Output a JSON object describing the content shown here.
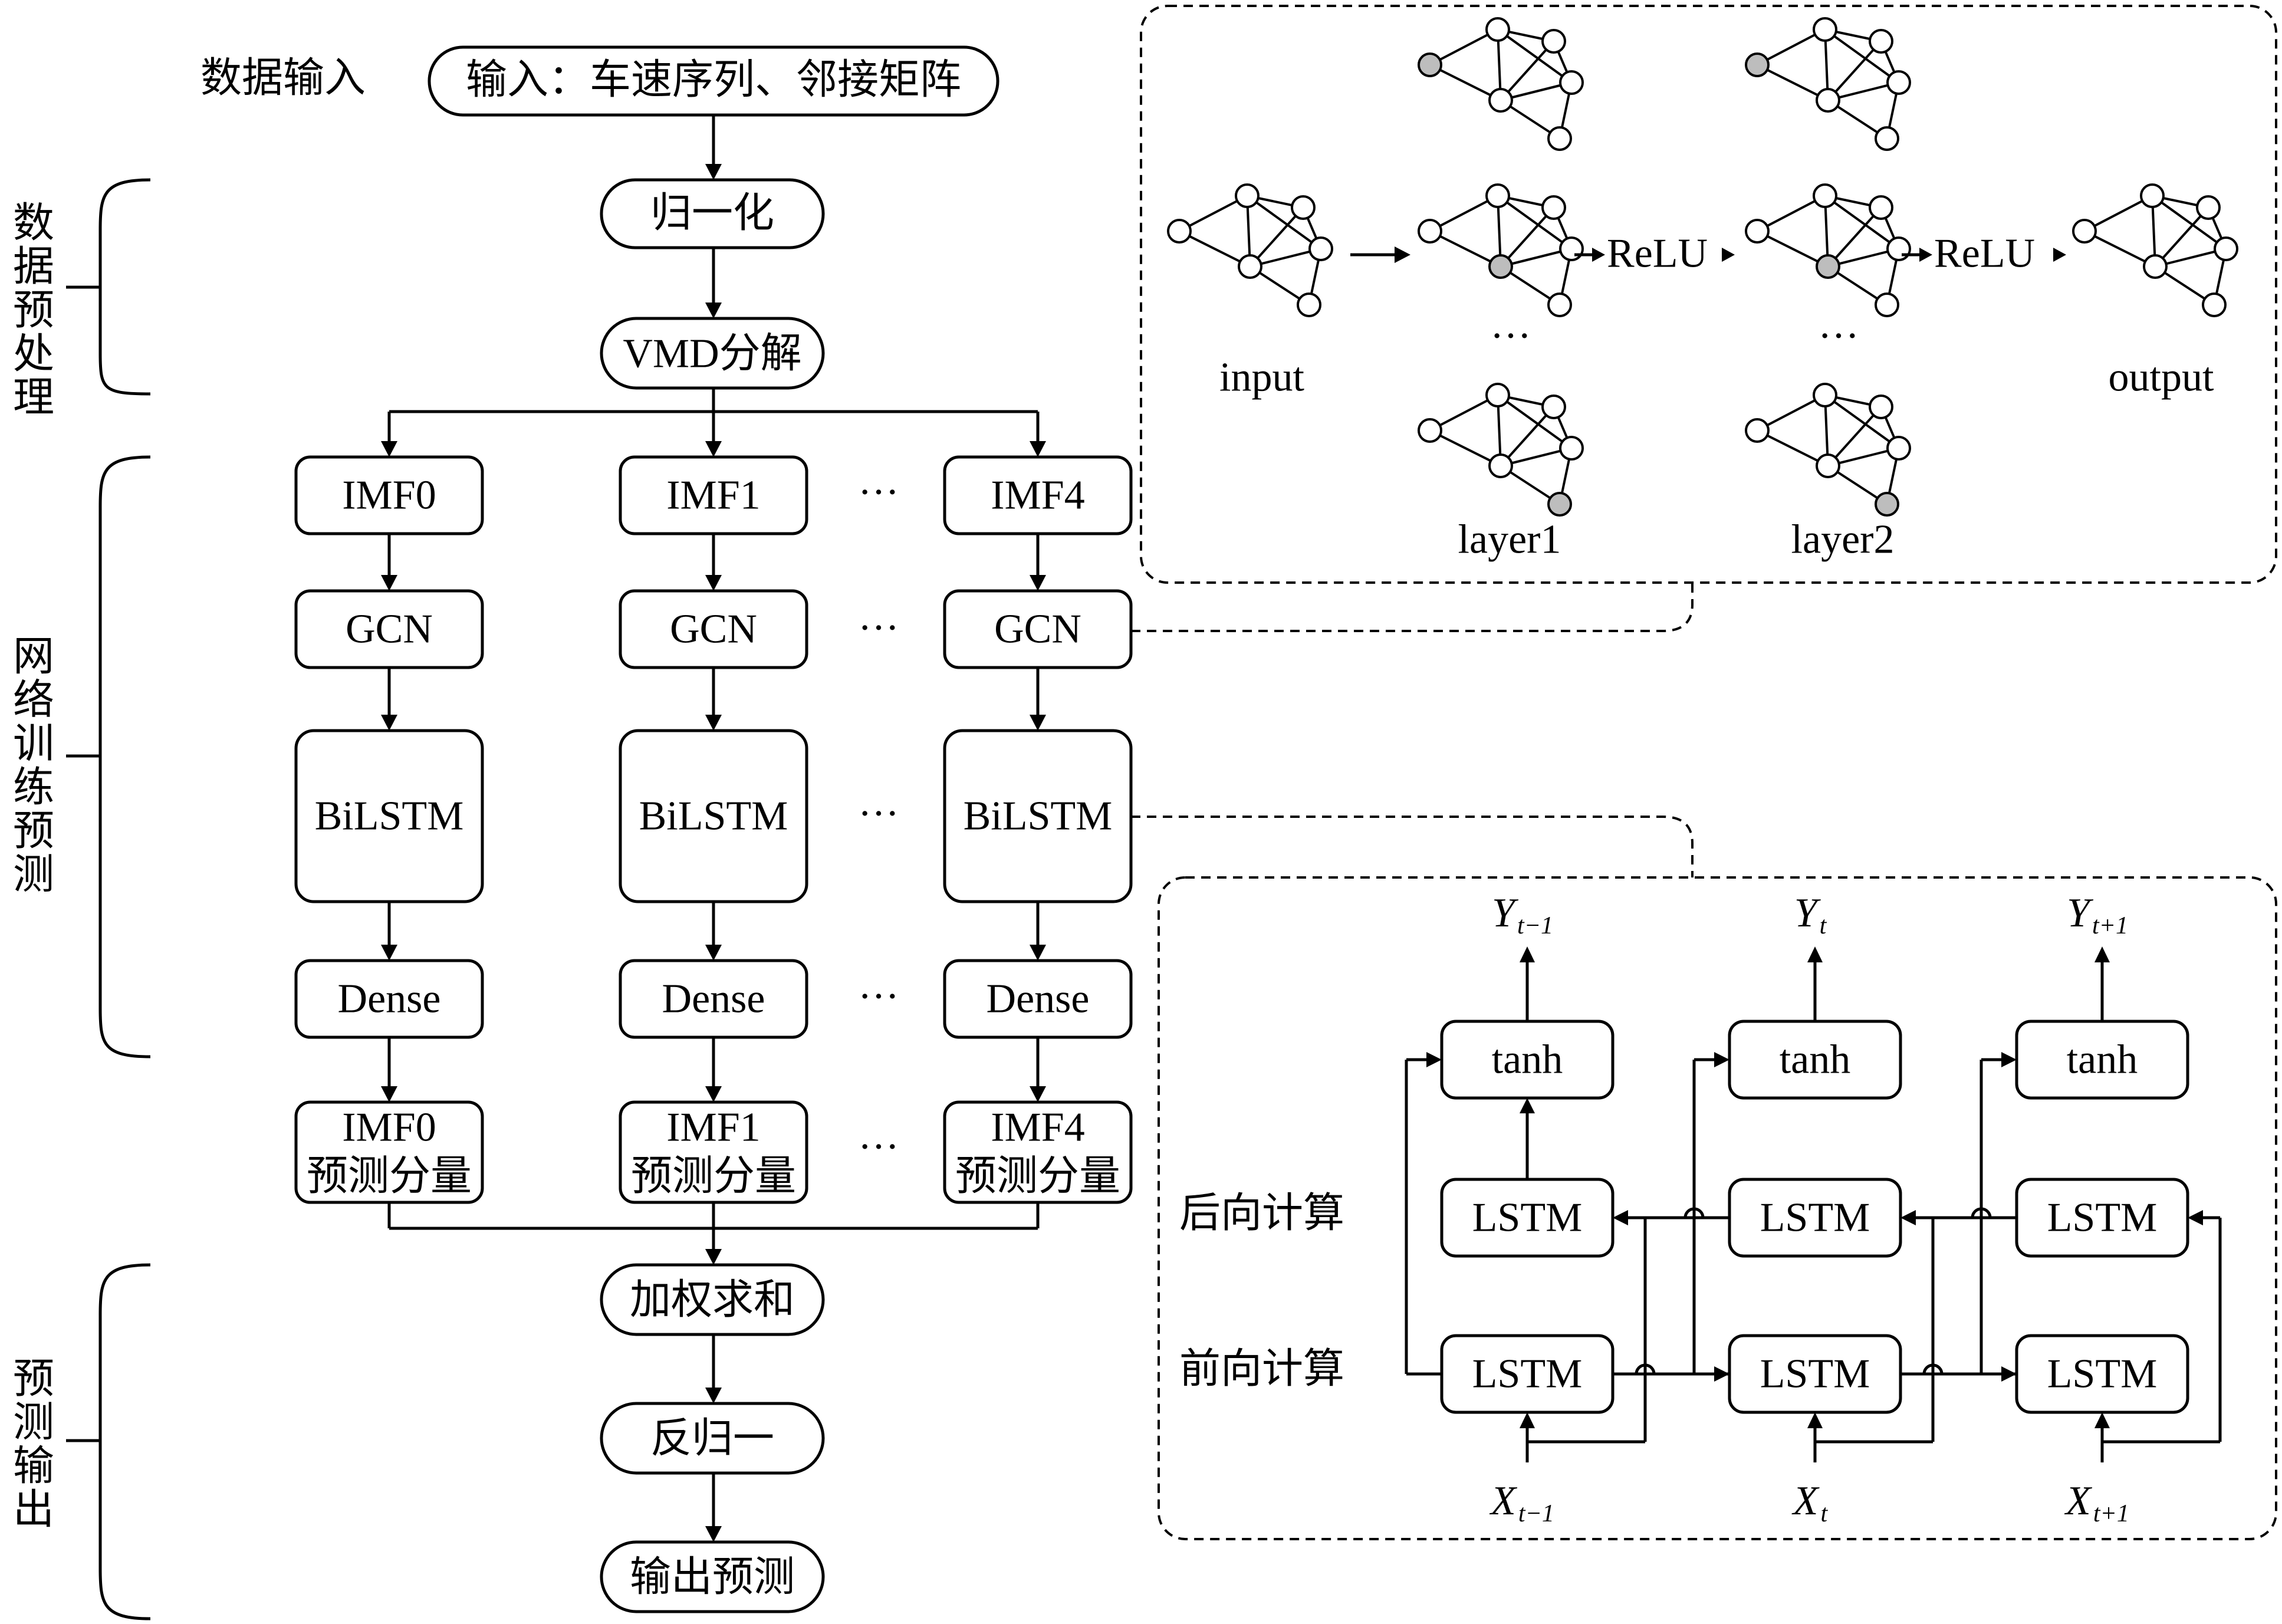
{
  "flow": {
    "input_label": "数据输入",
    "input_box": "输入：车速序列、邻接矩阵",
    "normalize": "归一化",
    "vmd": "VMD分解",
    "weighted_sum": "加权求和",
    "denormalize": "反归一",
    "output": "输出预测",
    "ellipsis": "···"
  },
  "stages": {
    "preprocess": "数据预处理",
    "training": "网络训练预测",
    "prediction": "预测输出"
  },
  "columns": [
    {
      "imf": "IMF0",
      "gcn": "GCN",
      "bilstm": "BiLSTM",
      "dense": "Dense",
      "pred_top": "IMF0",
      "pred_bottom": "预测分量"
    },
    {
      "imf": "IMF1",
      "gcn": "GCN",
      "bilstm": "BiLSTM",
      "dense": "Dense",
      "pred_top": "IMF1",
      "pred_bottom": "预测分量"
    },
    {
      "imf": "IMF4",
      "gcn": "GCN",
      "bilstm": "BiLSTM",
      "dense": "Dense",
      "pred_top": "IMF4",
      "pred_bottom": "预测分量"
    }
  ],
  "gcn_panel": {
    "input": "input",
    "output": "output",
    "layer1": "layer1",
    "layer2": "layer2",
    "relu": "ReLU",
    "dots": "···"
  },
  "bilstm_panel": {
    "backward": "后向计算",
    "forward": "前向计算",
    "tanh": "tanh",
    "lstm": "LSTM",
    "y_symbol": "Y",
    "x_symbol": "X",
    "subscripts": [
      "t−1",
      "t",
      "t+1"
    ]
  }
}
